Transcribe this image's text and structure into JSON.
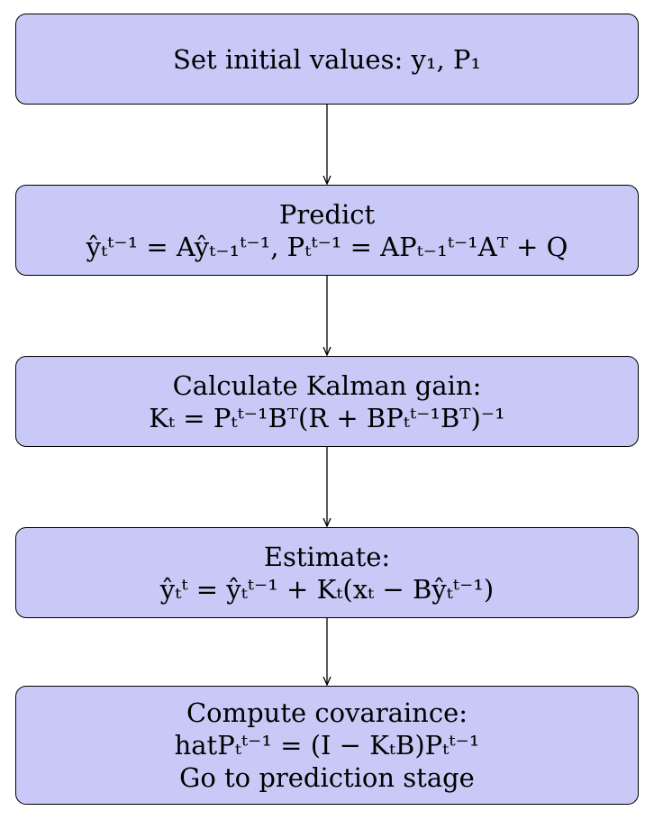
{
  "nodes": [
    {
      "id": "init",
      "lines": [
        "Set initial values: y₁, P₁"
      ]
    },
    {
      "id": "predict",
      "lines": [
        "Predict",
        "ŷₜᵗ⁻¹ = Aŷₜ₋₁ᵗ⁻¹,   Pₜᵗ⁻¹ = APₜ₋₁ᵗ⁻¹Aᵀ + Q"
      ]
    },
    {
      "id": "gain",
      "lines": [
        "Calculate Kalman gain:",
        "Kₜ = Pₜᵗ⁻¹Bᵀ(R + BPₜᵗ⁻¹Bᵀ)⁻¹"
      ]
    },
    {
      "id": "estimate",
      "lines": [
        "Estimate:",
        "ŷₜᵗ = ŷₜᵗ⁻¹ + Kₜ(xₜ − Bŷₜᵗ⁻¹)"
      ]
    },
    {
      "id": "covariance",
      "lines": [
        "Compute covaraince:",
        "hatPₜᵗ⁻¹ = (I − KₜB)Pₜᵗ⁻¹",
        "Go to prediction stage"
      ]
    }
  ],
  "edges": [
    {
      "from": "init",
      "to": "predict"
    },
    {
      "from": "predict",
      "to": "gain"
    },
    {
      "from": "gain",
      "to": "estimate"
    },
    {
      "from": "estimate",
      "to": "covariance"
    }
  ],
  "colors": {
    "box_fill": "#c9c9f7",
    "box_stroke": "#000000",
    "arrow": "#000000"
  }
}
